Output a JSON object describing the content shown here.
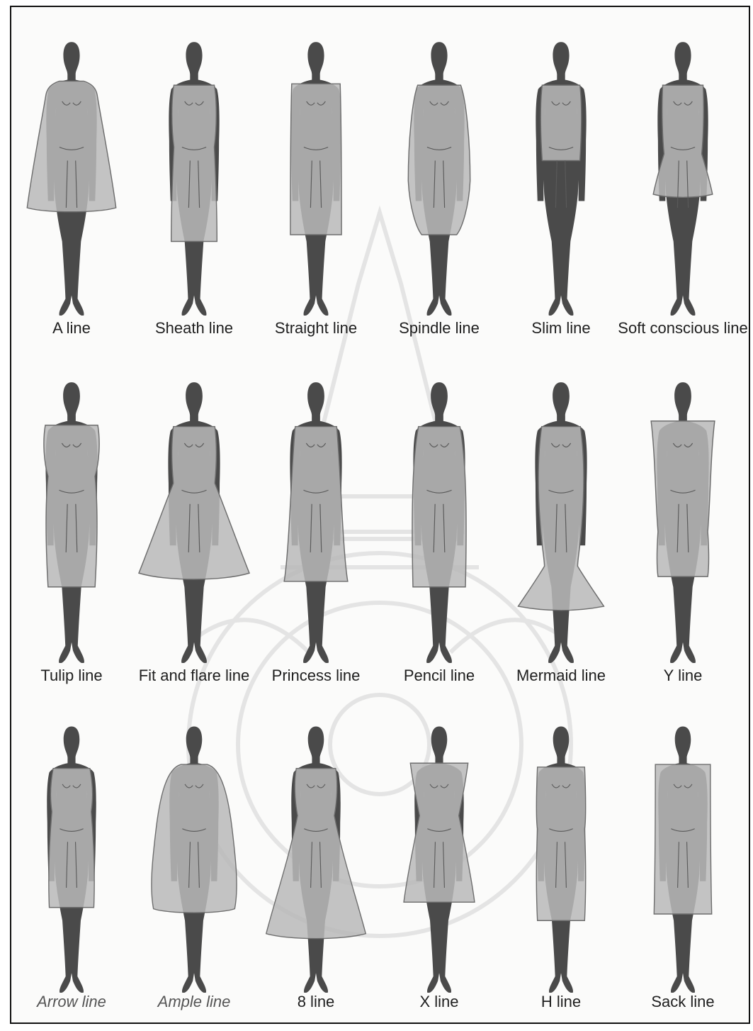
{
  "rows": [
    {
      "items": [
        {
          "label": "A line",
          "dress": "a"
        },
        {
          "label": "Sheath line",
          "dress": "sheath"
        },
        {
          "label": "Straight line",
          "dress": "straight"
        },
        {
          "label": "Spindle line",
          "dress": "spindle"
        },
        {
          "label": "Slim line",
          "dress": "slim"
        },
        {
          "label": "Soft conscious line",
          "dress": "soft"
        }
      ]
    },
    {
      "items": [
        {
          "label": "Tulip line",
          "dress": "tulip"
        },
        {
          "label": "Fit and flare line",
          "dress": "fitflare"
        },
        {
          "label": "Princess line",
          "dress": "princess"
        },
        {
          "label": "Pencil line",
          "dress": "pencil"
        },
        {
          "label": "Mermaid line",
          "dress": "mermaid"
        },
        {
          "label": "Y line",
          "dress": "y"
        }
      ]
    },
    {
      "items": [
        {
          "label": "Arrow line",
          "dress": "arrow"
        },
        {
          "label": "Ample line",
          "dress": "ample"
        },
        {
          "label": "8 line",
          "dress": "eight"
        },
        {
          "label": "X line",
          "dress": "x"
        },
        {
          "label": "H line",
          "dress": "h"
        },
        {
          "label": "Sack line",
          "dress": "sack"
        }
      ]
    }
  ],
  "colors": {
    "body": "#4a4a4a",
    "dress": "#b9b9b9",
    "dress_stroke": "#6d6d6d",
    "label": "#1f1f1f"
  }
}
